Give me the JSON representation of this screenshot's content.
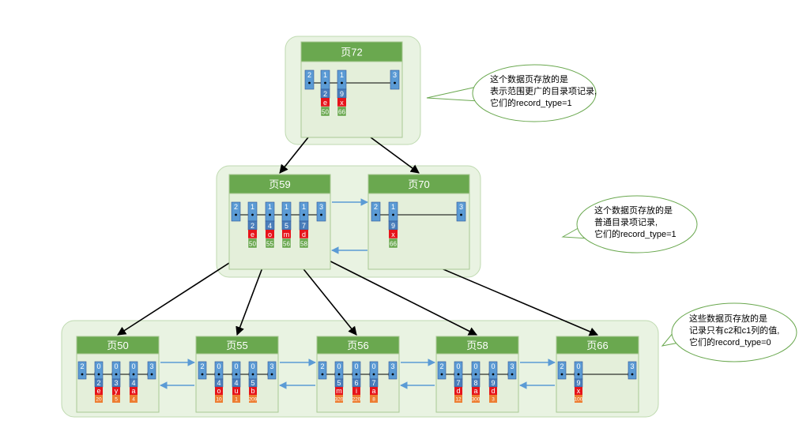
{
  "colors": {
    "group_fill": "#e9f3e2",
    "group_stroke": "#bfdab0",
    "page_fill": "#e4efda",
    "page_stroke": "#a9c994",
    "header_fill": "#6aa84f",
    "slot_blue": "#4a7ebb",
    "slot_light": "#5b9bd5",
    "red": "#e6141b",
    "green": "#6aa84f",
    "orange": "#ed7d31",
    "arrow": "#000000",
    "link_arrow": "#5b9bd5",
    "callout_stroke": "#6aa84f"
  },
  "pages": {
    "p72": {
      "title": "页72",
      "min": "2",
      "max": "3",
      "records": [
        {
          "type": "1",
          "key": "2",
          "c": "e",
          "page": "50"
        },
        {
          "type": "1",
          "key": "9",
          "c": "x",
          "page": "66"
        }
      ]
    },
    "p59": {
      "title": "页59",
      "min": "2",
      "max": "3",
      "records": [
        {
          "type": "1",
          "key": "2",
          "c": "e",
          "page": "50"
        },
        {
          "type": "1",
          "key": "4",
          "c": "o",
          "page": "55"
        },
        {
          "type": "1",
          "key": "5",
          "c": "m",
          "page": "56"
        },
        {
          "type": "1",
          "key": "7",
          "c": "d",
          "page": "58"
        }
      ]
    },
    "p70": {
      "title": "页70",
      "min": "2",
      "max": "3",
      "records": [
        {
          "type": "1",
          "key": "9",
          "c": "x",
          "page": "66"
        }
      ]
    },
    "p50": {
      "title": "页50",
      "min": "2",
      "max": "3",
      "records": [
        {
          "type": "0",
          "key": "2",
          "c": "e",
          "c1": "20"
        },
        {
          "type": "0",
          "key": "3",
          "c": "y",
          "c1": "5"
        },
        {
          "type": "0",
          "key": "4",
          "c": "a",
          "c1": "4"
        }
      ]
    },
    "p55": {
      "title": "页55",
      "min": "2",
      "max": "3",
      "records": [
        {
          "type": "0",
          "key": "4",
          "c": "o",
          "c1": "10"
        },
        {
          "type": "0",
          "key": "4",
          "c": "u",
          "c1": "1"
        },
        {
          "type": "0",
          "key": "5",
          "c": "b",
          "c1": "209"
        }
      ]
    },
    "p56": {
      "title": "页56",
      "min": "2",
      "max": "3",
      "records": [
        {
          "type": "0",
          "key": "5",
          "c": "m",
          "c1": "320"
        },
        {
          "type": "0",
          "key": "6",
          "c": "i",
          "c1": "220"
        },
        {
          "type": "0",
          "key": "7",
          "c": "a",
          "c1": "8"
        }
      ]
    },
    "p58": {
      "title": "页58",
      "min": "2",
      "max": "3",
      "records": [
        {
          "type": "0",
          "key": "7",
          "c": "d",
          "c1": "12"
        },
        {
          "type": "0",
          "key": "8",
          "c": "a",
          "c1": "300"
        },
        {
          "type": "0",
          "key": "9",
          "c": "d",
          "c1": "3"
        }
      ]
    },
    "p66": {
      "title": "页66",
      "min": "2",
      "max": "3",
      "records": [
        {
          "type": "0",
          "key": "9",
          "c": "x",
          "c1": "100"
        }
      ]
    }
  },
  "callouts": {
    "top": [
      "这个数据页存放的是",
      "表示范围更广的目录项记录,",
      "它们的record_type=1"
    ],
    "middle": [
      "这个数据页存放的是",
      "普通目录项记录,",
      "它们的record_type=1"
    ],
    "bottom": [
      "这些数据页存放的是",
      "记录只有c2和c1列的值,",
      "它们的record_type=0"
    ]
  }
}
